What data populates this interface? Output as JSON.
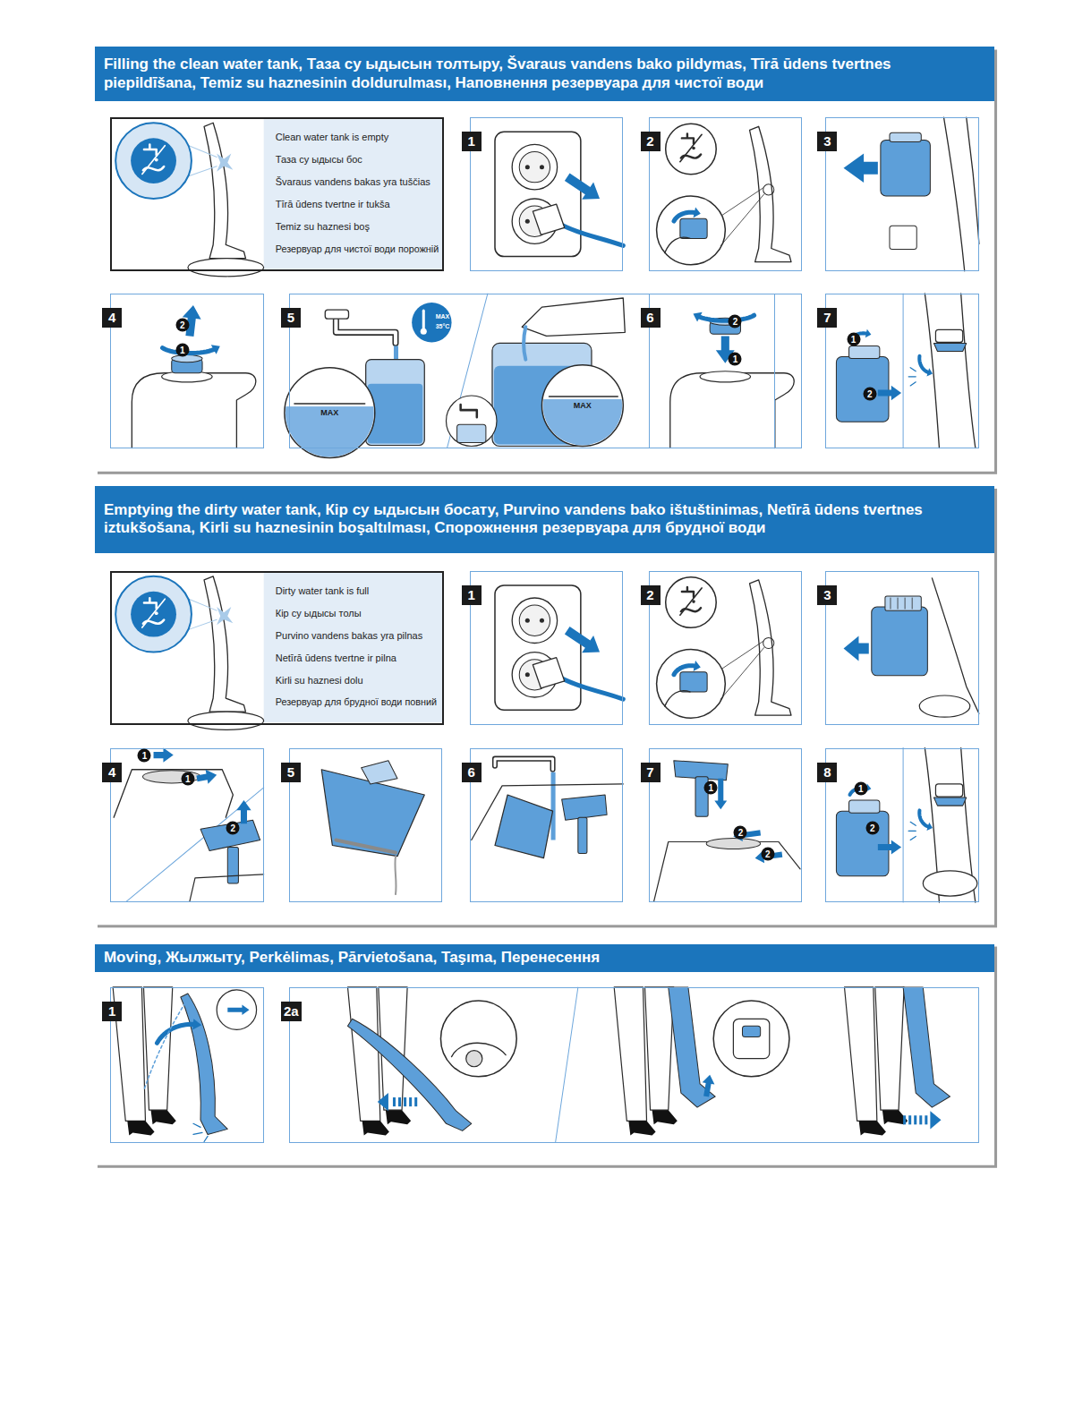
{
  "diagram": {
    "nodes": [
      {
        "text": [
          "Filling the clean water tank, Таза су ыдысын толтыру, Švaraus vandens bako pildymas, Tīrā ūdens tvertnes piepildīšana, Temiz su haznesinin doldurulması, Наповнення резервуара для чистої води"
        ]
      },
      {
        "text": [
          "Clean water tank is empty",
          "Таза су ыдысы бос",
          "Švaraus vandens bakas yra tuščias",
          "Tīrā ūdens tvertne ir tukša",
          "Temiz su haznesi boş",
          "Резервуар для чистої води порожній"
        ],
        "in": 0
      },
      {
        "text": [
          "1"
        ],
        "in": 0
      },
      {
        "text": [
          "2"
        ],
        "in": 0
      },
      {
        "text": [
          "3"
        ],
        "in": 0
      },
      {
        "text": [
          "4"
        ],
        "in": 0
      },
      {
        "text": [
          "5"
        ],
        "in": 0
      },
      {
        "text": [
          "6"
        ],
        "in": 0
      },
      {
        "text": [
          "7"
        ],
        "in": 0
      },
      {
        "text": [
          "Emptying the dirty water tank, Кір су ыдысын босату, Purvino vandens bako ištuštinimas, Netīrā ūdens tvertnes iztukšošana, Kirli su haznesinin boşaltılması, Спорожнення резервуара для брудної води"
        ]
      },
      {
        "text": [
          "Dirty water tank is full",
          "Кір су ыдысы толы",
          "Purvino vandens bakas yra pilnas",
          "Netīrā ūdens tvertne ir pilna",
          "Kirli su haznesi dolu",
          "Резервуар для брудної води повний"
        ],
        "in": 9
      },
      {
        "text": [
          "1"
        ],
        "in": 9
      },
      {
        "text": [
          "2"
        ],
        "in": 9
      },
      {
        "text": [
          "3"
        ],
        "in": 9
      },
      {
        "text": [
          "4"
        ],
        "in": 9
      },
      {
        "text": [
          "5"
        ],
        "in": 9
      },
      {
        "text": [
          "6"
        ],
        "in": 9
      },
      {
        "text": [
          "7"
        ],
        "in": 9
      },
      {
        "text": [
          "8"
        ],
        "in": 9
      },
      {
        "text": [
          "Moving, Жылжыту, Perkėlimas, Pārvietošana, Taşıma, Перенесення"
        ]
      },
      {
        "text": [
          "1"
        ],
        "in": 19
      },
      {
        "text": [
          "2a"
        ],
        "in": 19
      }
    ],
    "labels": [
      "2",
      "1",
      "MAX",
      "MAX",
      "35°C",
      "MAX",
      "2",
      "1",
      "1",
      "2",
      "1",
      "1",
      "2",
      "1",
      "2",
      "2",
      "1",
      "2"
    ]
  }
}
